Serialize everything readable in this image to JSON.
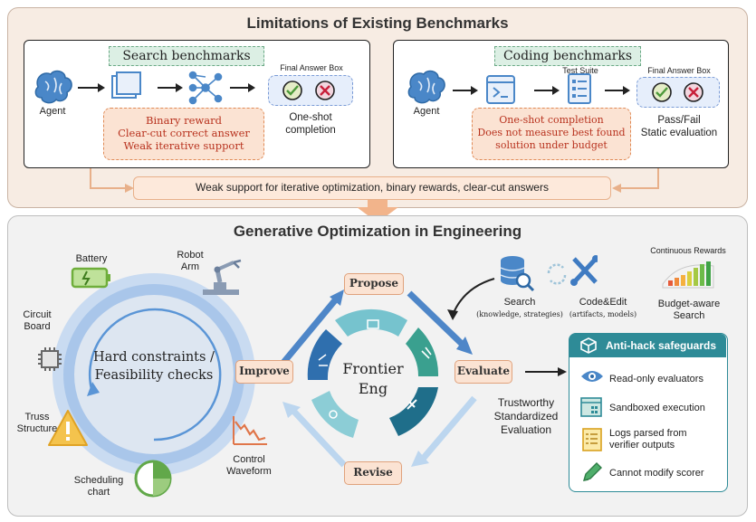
{
  "top": {
    "title": "Limitations of Existing Benchmarks",
    "search": {
      "label": "Search benchmarks",
      "agent": "Agent",
      "final_answer_box": "Final Answer Box",
      "result": [
        "One-shot",
        "completion"
      ],
      "notes": [
        "Binary reward",
        "Clear-cut correct answer",
        "Weak iterative support"
      ]
    },
    "coding": {
      "label": "Coding benchmarks",
      "agent": "Agent",
      "test_suite": "Test Suite",
      "final_answer_box": "Final Answer Box",
      "result": [
        "Pass/Fail",
        "Static evaluation"
      ],
      "notes": [
        "One-shot completion",
        "Does not measure best found",
        "solution under budget"
      ]
    },
    "summary": "Weak support for iterative optimization, binary rewards, clear-cut answers"
  },
  "bottom": {
    "title": "Generative Optimization in Engineering",
    "ring_items": {
      "battery": "Battery",
      "robot_arm": [
        "Robot",
        "Arm"
      ],
      "circuit_board": [
        "Circuit",
        "Board"
      ],
      "truss": [
        "Truss",
        "Structure"
      ],
      "scheduling": [
        "Scheduling",
        "chart"
      ],
      "control": [
        "Control",
        "Waveform"
      ]
    },
    "inner_text": [
      "Hard constraints /",
      "Feasibility checks"
    ],
    "stages": {
      "propose": "Propose",
      "evaluate": "Evaluate",
      "revise": "Revise",
      "improve": "Improve"
    },
    "center": [
      "Frontier",
      "Eng"
    ],
    "tools": {
      "search": "Search",
      "search_sub": "(knowledge, strategies)",
      "code": "Code&Edit",
      "code_sub": "(artifacts, models)",
      "continuous": "Continuous Rewards",
      "budget": [
        "Budget-aware",
        "Search"
      ]
    },
    "trustworthy": [
      "Trustworthy",
      "Standardized",
      "Evaluation"
    ],
    "anti_hack": {
      "title": "Anti-hack safeguards",
      "items": [
        {
          "text": [
            "Read-only evaluators"
          ]
        },
        {
          "text": [
            "Sandboxed execution"
          ]
        },
        {
          "text": [
            "Logs parsed from",
            "verifier outputs"
          ]
        },
        {
          "text": [
            "Cannot modify scorer"
          ]
        }
      ]
    }
  },
  "colors": {
    "accent_teal": "#2e8b97",
    "note_red": "#b8321e",
    "ring_blue": "#6d9ed6",
    "orange": "#e08a56"
  }
}
